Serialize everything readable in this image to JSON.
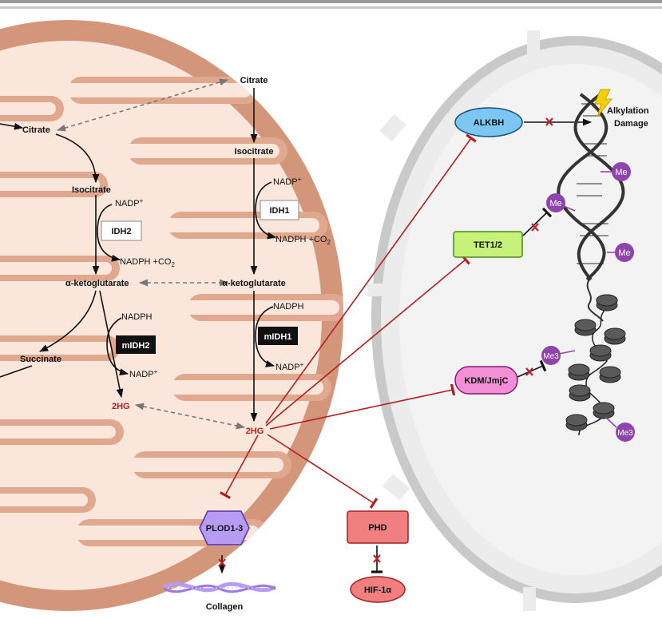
{
  "mito": {
    "citrate": "Citrate",
    "isocitrate": "Isocitrate",
    "nadp_in": "NADP",
    "nadp_in_sup": "+",
    "idh2": "IDH2",
    "nadph_out": "NADPH +CO",
    "nadph_out_sub": "2",
    "akg": "α-ketoglutarate",
    "nadph_in": "NADPH",
    "midh2": "mIDH2",
    "nadp_out": "NADP",
    "nadp_out_sup": "+",
    "succinate": "Succinate",
    "twohg": "2HG"
  },
  "cyto": {
    "citrate": "Citrate",
    "isocitrate": "Isocitrate",
    "nadp_in": "NADP",
    "nadp_in_sup": "+",
    "idh1": "IDH1",
    "nadph_out": "NADPH +CO",
    "nadph_out_sub": "2",
    "akg": "α-ketoglutarate",
    "nadph_in": "NADPH",
    "midh1": "mIDH1",
    "nadp_out": "NADP",
    "nadp_out_sup": "+",
    "twohg": "2HG",
    "plod": "PLOD1-3",
    "phd": "PHD",
    "hif": "HIF-1α",
    "collagen": "Collagen"
  },
  "nucleus": {
    "alkbh": "ALKBH",
    "alkylation": "Alkylation",
    "damage": "Damage",
    "tet": "TET1/2",
    "kdm": "KDM/JmjC",
    "me1": "Me",
    "me2": "Me",
    "me3": "Me",
    "me3a": "Me3",
    "me3b": "Me3"
  },
  "colors": {
    "mito_outer": "#d4967a",
    "mito_inner": "#fbe6dc",
    "inhibit_red": "#b21e1e",
    "alkbh_fill": "#7cc6f2",
    "tet_fill": "#c7f279",
    "kdm_fill": "#f28fd7",
    "plod_fill": "#b79cf3",
    "phd_fill": "#f27f7f",
    "me_purple": "#8e44ad",
    "nuc_bg": "#ececec",
    "nuc_border": "#c8c8c8"
  }
}
